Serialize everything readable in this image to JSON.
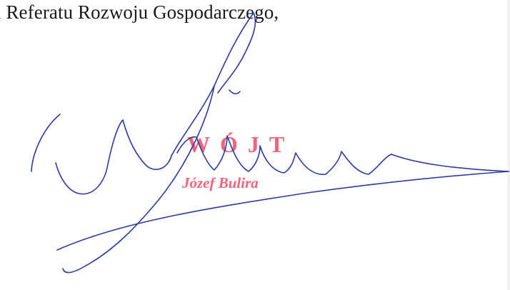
{
  "document": {
    "body_text": "i Referatu Rozwoju Gospodarczego,"
  },
  "stamp": {
    "title": "WÓJT",
    "name": "Józef Bulira",
    "color": "#f0546e"
  },
  "signature": {
    "ink_color": "#2b3aa6"
  }
}
